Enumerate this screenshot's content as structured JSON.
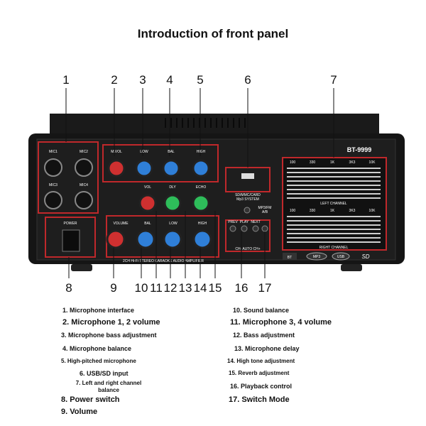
{
  "title": "Introduction of front panel",
  "top_numbers": [
    "1",
    "2",
    "3",
    "4",
    "5",
    "6",
    "7"
  ],
  "bottom_numbers": [
    "8",
    "9",
    "10",
    "11",
    "12",
    "13",
    "14",
    "15",
    "16",
    "17"
  ],
  "panel": {
    "model": "BT-9999",
    "mic1": "MIC1",
    "mic2": "MIC2",
    "mic3": "MIC3",
    "mic4": "MIC4",
    "mvol": "M.VOL",
    "low": "LOW",
    "bal": "BAL",
    "high": "HIGH",
    "vol": "VOL",
    "dly": "DLY",
    "echo": "ECHO",
    "volume": "VOLUME",
    "power": "POWER",
    "card_line1": "SD/MMC/CARD",
    "card_line2": "Mp3 SYSTEM",
    "mode_line1": "MP3/FM",
    "mode_line2": "A/B",
    "prev": "PREV",
    "play": "PLAY",
    "next": "NEXT",
    "channels": "CH- AUTO CH+",
    "left_channel": "LEFT CHANNEL",
    "right_channel": "RIGHT CHANNEL",
    "eq_freqs": [
      "100",
      "330",
      "1K",
      "3K3",
      "10K"
    ],
    "product_line": "2CH Hi-Fi STEREO KARAOKE AUDIO AMPLIFIER",
    "bt_badge": "BT",
    "mp3_badge": "MP3",
    "usb_badge": "USB",
    "sd_badge": "SD"
  },
  "legend_left": [
    "1. Microphone interface",
    "2. Microphone 1, 2 volume",
    "3. Microphone bass adjustment",
    "4. Microphone balance",
    "5. High-pitched microphone",
    "6. USB/SD input",
    "7. Left and right channel balance",
    "8. Power switch",
    "9. Volume"
  ],
  "legend_right": [
    "10. Sound balance",
    "11. Microphone 3, 4 volume",
    "12. Bass adjustment",
    "13. Microphone delay",
    "14. High tone adjustment",
    "15. Reverb adjustment",
    "16. Playback control",
    "17. Switch Mode"
  ],
  "colors": {
    "callout": "#c0282b",
    "chassis": "#151515",
    "panel": "#1e1e1e",
    "knob_blue": "#2f7fd8",
    "knob_red": "#cf3030",
    "knob_green": "#2ebd5a"
  }
}
